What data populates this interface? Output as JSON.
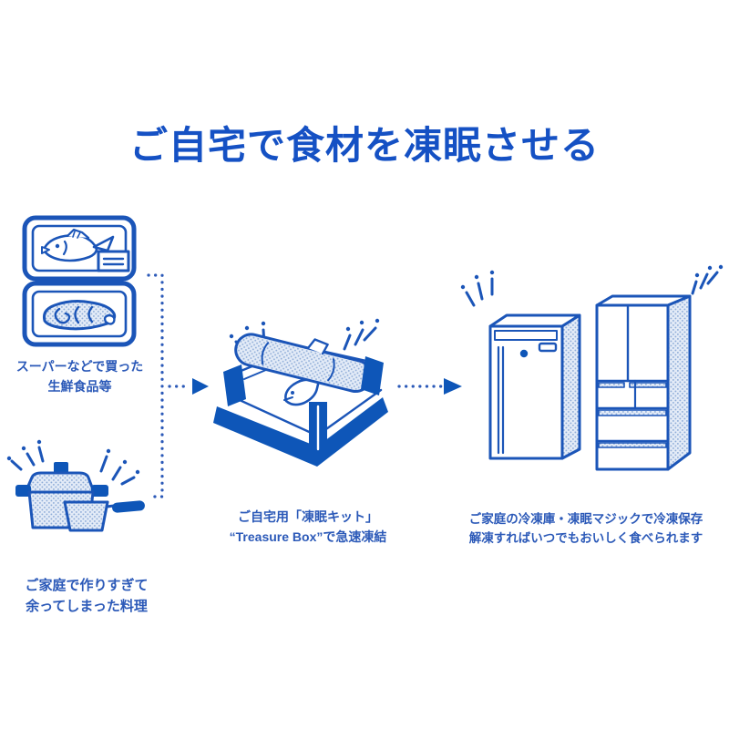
{
  "title": {
    "text": "ご自宅で食材を凍眠させる"
  },
  "captions": {
    "supermarket": {
      "line1": "スーパーなどで買った",
      "line2": "生鮮食品等"
    },
    "leftover": {
      "line1": "ご家庭で作りすぎて",
      "line2": "余ってしまった料理"
    },
    "kit": {
      "line1": "ご自宅用「凍眠キット」",
      "line2": "“Treasure Box”で急速凍結"
    },
    "storage": {
      "line1": "ご家庭の冷凍庫・凍眠マジックで冷凍保存",
      "line2": "解凍すればいつでもおいしく食べられます"
    }
  },
  "icons": {
    "fish_tray": "fish-tray-icon",
    "meat_tray": "meat-tray-icon",
    "pots": "cooking-pots-icon",
    "treasure_box": "treasure-box-kit-icon",
    "freezer": "freezer-icon",
    "refrigerator": "refrigerator-icon",
    "flow_arrow": "arrow-right-icon",
    "sparkle": "sparkle-icon"
  },
  "colors": {
    "title_text": "#1551c4",
    "caption_text": "#2b59b8",
    "line_blue": "#1b55b8",
    "solid_blue": "#0e56b8",
    "halftone_bg": "#e3ebf7",
    "halftone_dot": "#8fadd8",
    "background": "#ffffff"
  }
}
